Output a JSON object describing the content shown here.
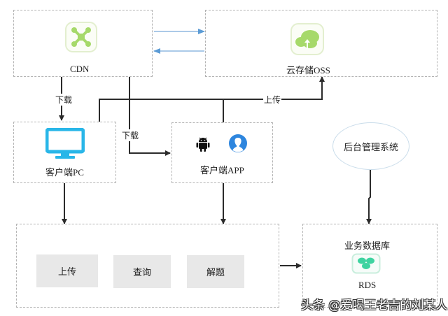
{
  "nodes": {
    "cdn": {
      "label": "CDN",
      "icon": "cdn-network-icon",
      "icon_color": "#a6d96a"
    },
    "oss": {
      "label": "云存储OSS",
      "icon": "cloud-upload-icon",
      "icon_color": "#a6d96a"
    },
    "client_pc": {
      "label": "客户端PC",
      "icon": "monitor-icon",
      "icon_color": "#29b6e8"
    },
    "client_app": {
      "label": "客户端APP",
      "icons": [
        "android-icon",
        "user-avatar-icon"
      ],
      "avatar_color": "#2e86de"
    },
    "admin": {
      "label": "后台管理系统"
    },
    "functions": {
      "items": [
        {
          "label": "上传"
        },
        {
          "label": "查询"
        },
        {
          "label": "解题"
        }
      ]
    },
    "database": {
      "title": "业务数据库",
      "label": "RDS",
      "icon": "rds-database-icon",
      "icon_color": "#3ed3a0"
    }
  },
  "edges": {
    "cdn_to_pc": {
      "label": "下载"
    },
    "cdn_to_app": {
      "label": "下载"
    },
    "clients_to_oss": {
      "label": "上传"
    }
  },
  "colors": {
    "sync_arrow": "#5b9bd5",
    "wire": "#2b2b2b",
    "box_border": "#b3b3b3"
  },
  "watermark": "头条 @爱喝王老吉的刘某人"
}
